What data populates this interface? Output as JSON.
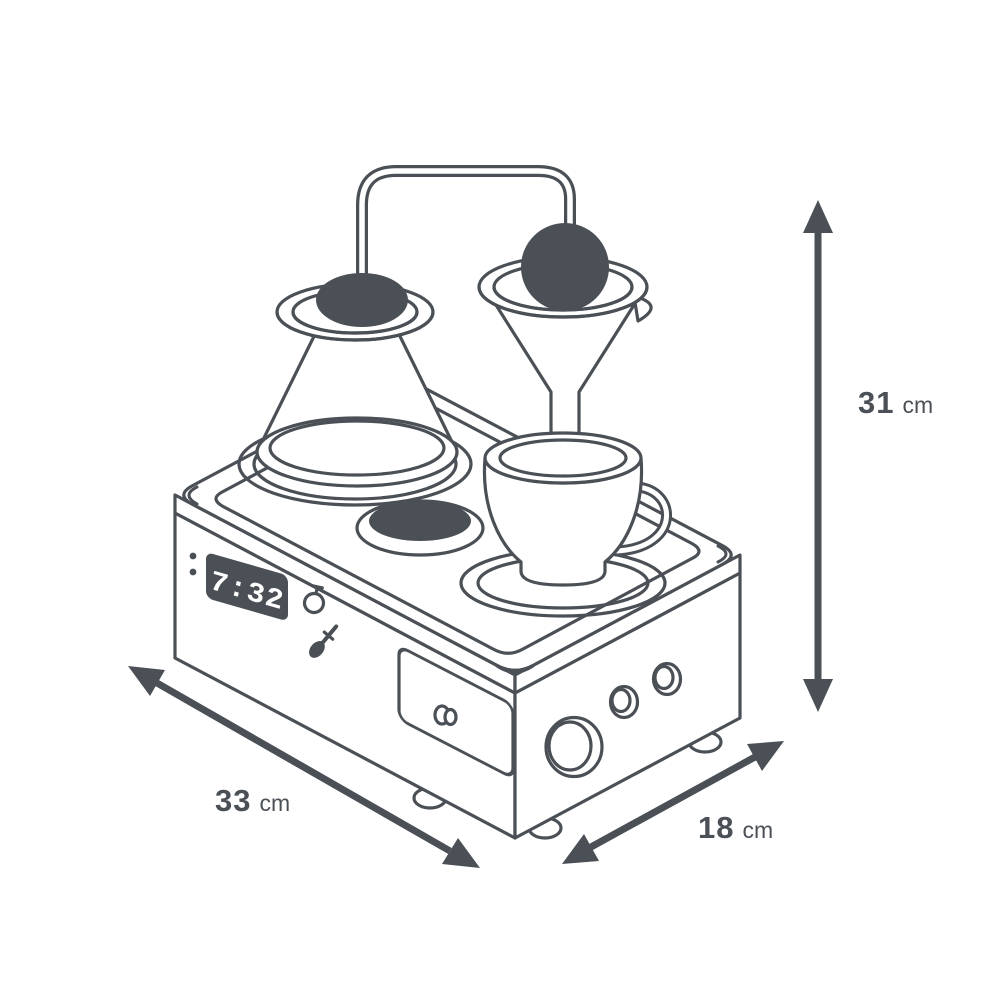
{
  "diagram": {
    "clock": {
      "time": "7:32"
    },
    "dimensions": {
      "width": {
        "value": "33",
        "unit": "cm"
      },
      "depth": {
        "value": "18",
        "unit": "cm"
      },
      "height": {
        "value": "31",
        "unit": "cm"
      }
    },
    "colors": {
      "line": "#4a5056",
      "background": "#ffffff",
      "display_background": "#4a5056",
      "display_text": "#ffffff"
    }
  }
}
